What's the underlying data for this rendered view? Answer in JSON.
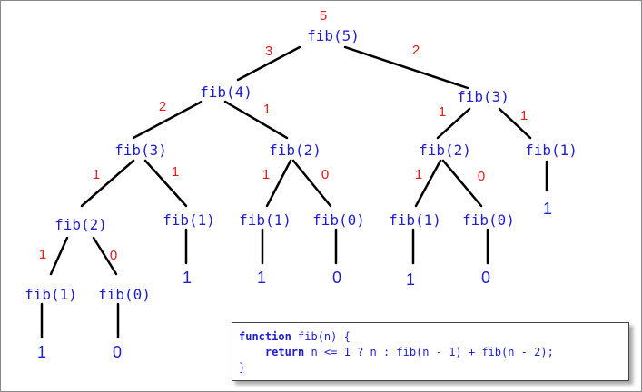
{
  "tree": {
    "nodes": {
      "n1": "fib(5)",
      "n2": "fib(4)",
      "n3": "fib(3)",
      "n4": "fib(3)",
      "n5": "fib(2)",
      "n6": "fib(2)",
      "n7": "fib(1)",
      "n8": "fib(2)",
      "n9": "fib(1)",
      "n10": "fib(1)",
      "n11": "fib(0)",
      "n12": "fib(1)",
      "n13": "fib(0)",
      "n14": "fib(1)",
      "n15": "fib(0)"
    },
    "node_values": {
      "n1": "5"
    },
    "edge_labels": {
      "e1_2": "3",
      "e1_3": "2",
      "e2_4": "2",
      "e2_5": "1",
      "e3_6": "1",
      "e3_7": "1",
      "e4_8": "1",
      "e4_9": "1",
      "e5_10": "1",
      "e5_11": "0",
      "e6_12": "1",
      "e6_13": "0",
      "e8_14": "1",
      "e8_15": "0"
    },
    "leaf_values": {
      "n7": "1",
      "n9": "1",
      "n10": "1",
      "n11": "0",
      "n12": "1",
      "n13": "0",
      "n14": "1",
      "n15": "0"
    }
  },
  "code": {
    "line1_kw": "function",
    "line1_rest": " fib(n) {",
    "line2_indent": "    ",
    "line2_kw": "return",
    "line2_rest": " n <= 1 ? n : fib(n - 1) + fib(n - 2);",
    "line3": "}"
  }
}
